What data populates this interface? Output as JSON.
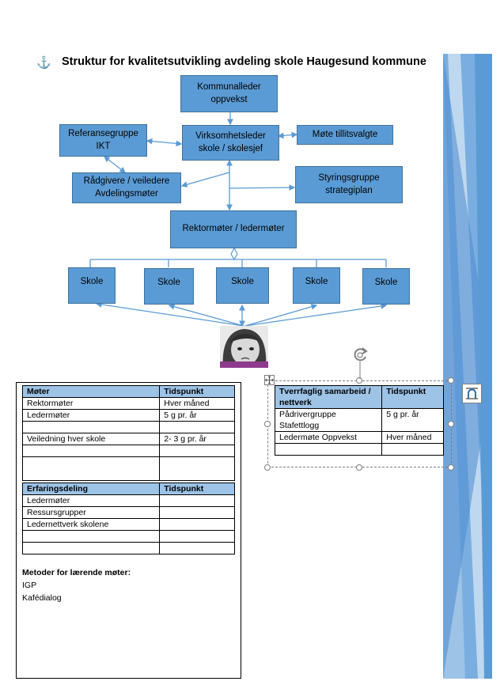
{
  "title": "Struktur for kvalitetsutvikling avdeling skole Haugesund kommune",
  "anchor_icon": "anchor-icon",
  "org": {
    "kommunalleder": "Kommunalleder oppvekst",
    "referansegruppe": "Referansegruppe IKT",
    "virksomhetsleder": "Virksomhetsleder skole / skolesjef",
    "mote_tillitsvalgte": "Møte tillitsvalgte",
    "radgivere": "Rådgivere / veiledere Avdelingsmøter",
    "styringsgruppe": "Styringsgruppe strategiplan",
    "rektormoter": "Rektormøter / ledermøter",
    "schools": [
      "Skole",
      "Skole",
      "Skole",
      "Skole",
      "Skole"
    ]
  },
  "meetings_table": {
    "headers": [
      "Møter",
      "Tidspunkt"
    ],
    "rows": [
      [
        "Rektormøter",
        "Hver måned"
      ],
      [
        "Ledermøter",
        "5 g pr. år"
      ],
      [
        "",
        ""
      ],
      [
        "Veiledning hver skole",
        "2- 3 g pr. år"
      ],
      [
        "",
        ""
      ],
      [
        "",
        ""
      ]
    ]
  },
  "experience_table": {
    "headers": [
      "Erfaringsdeling",
      "Tidspunkt"
    ],
    "rows": [
      [
        "Ledermøter",
        ""
      ],
      [
        "Ressursgrupper",
        ""
      ],
      [
        "Ledernettverk skolene",
        ""
      ],
      [
        "",
        ""
      ],
      [
        "",
        ""
      ]
    ]
  },
  "methods": {
    "heading": "Metoder for lærende møter:",
    "items": [
      "IGP",
      "Kafédialog"
    ]
  },
  "cross_table": {
    "headers": [
      "Tverrfaglig samarbeid / nettverk",
      "Tidspunkt"
    ],
    "rows": [
      [
        "Pådrivergruppe Stafettlogg",
        "5 g pr. år"
      ],
      [
        "Ledermøte Oppvekst",
        "Hver måned"
      ],
      [
        "",
        ""
      ]
    ]
  },
  "colors": {
    "box_fill": "#5b9bd5",
    "box_border": "#41719c",
    "header_fill": "#9dc3e6",
    "side_band": "#5b9bd5"
  }
}
